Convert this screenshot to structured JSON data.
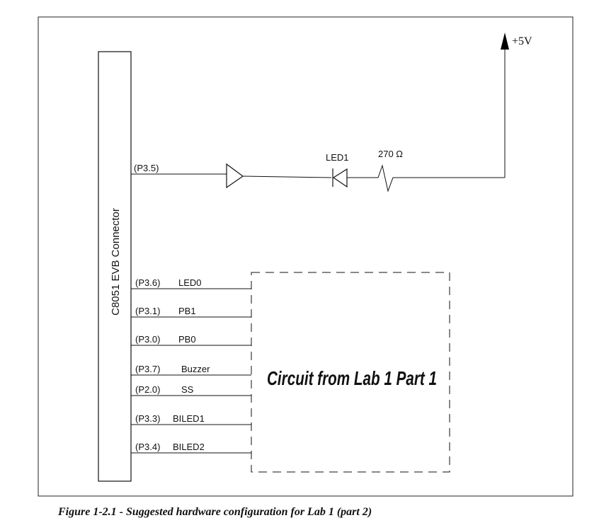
{
  "connector": {
    "label": "C8051 EVB Connector"
  },
  "supply": {
    "label": "+5V"
  },
  "top_circuit": {
    "pin": "(P3.5)",
    "led_label": "LED1",
    "resistor_label": "270 Ω"
  },
  "pins": [
    {
      "pin": "(P3.6)",
      "signal": "LED0"
    },
    {
      "pin": "(P3.1)",
      "signal": "PB1"
    },
    {
      "pin": "(P3.0)",
      "signal": "PB0"
    },
    {
      "pin": "(P3.7)",
      "signal": "Buzzer"
    },
    {
      "pin": "(P2.0)",
      "signal": "SS"
    },
    {
      "pin": "(P3.3)",
      "signal": "BILED1"
    },
    {
      "pin": "(P3.4)",
      "signal": "BILED2"
    }
  ],
  "lab_box": {
    "label": "Circuit from Lab 1 Part 1"
  },
  "caption": "Figure 1-2.1 - Suggested hardware configuration for Lab 1 (part 2)"
}
